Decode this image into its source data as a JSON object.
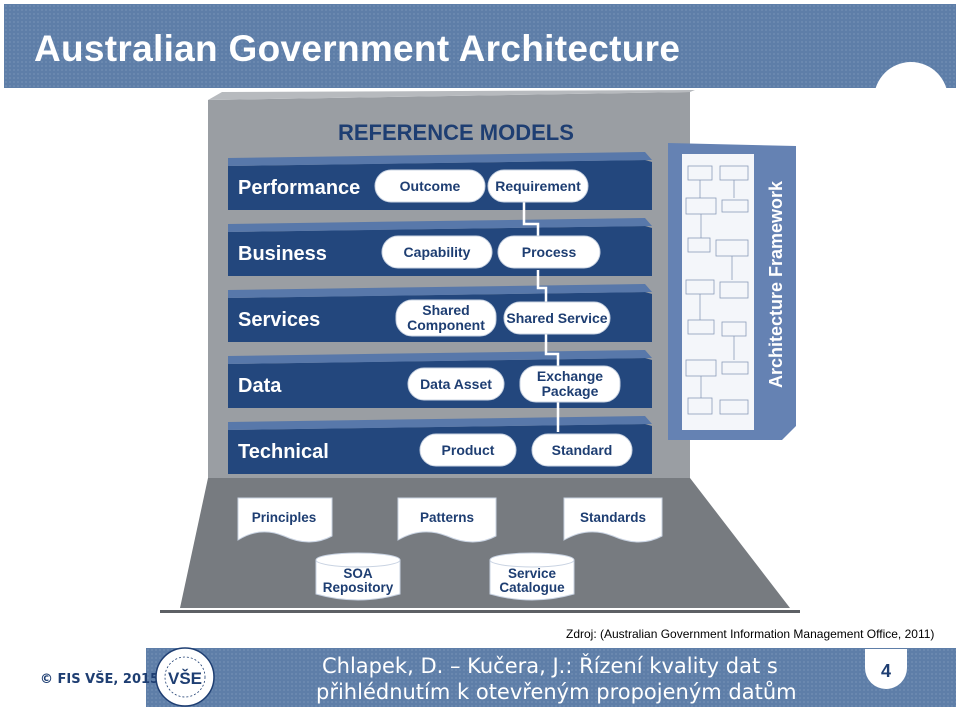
{
  "header": {
    "title": "Australian Government Architecture"
  },
  "diagram": {
    "reference_title": "REFERENCE MODELS",
    "framework_label": "Architecture Framework",
    "layers": [
      {
        "label": "Performance",
        "left": "Outcome",
        "right": "Requirement"
      },
      {
        "label": "Business",
        "left": "Capability",
        "right": "Process"
      },
      {
        "label": "Services",
        "left": "Shared\nComponent",
        "right": "Shared Service"
      },
      {
        "label": "Data",
        "left": "Data Asset",
        "right": "Exchange\nPackage"
      },
      {
        "label": "Technical",
        "left": "Product",
        "right": "Standard"
      }
    ],
    "documents": [
      "Principles",
      "Patterns",
      "Standards"
    ],
    "repositories": [
      "SOA\nRepository",
      "Service\nCatalogue"
    ]
  },
  "source": "Zdroj: (Australian Government Information Management Office, 2011)",
  "footer": {
    "copyright": "© FIS VŠE, 2015",
    "line1": "Chlapek, D. – Kučera, J.: Řízení kvality dat s",
    "line2": "přihlédnutím k otevřeným propojeným datům",
    "page": "4",
    "logo_text": "VŠE"
  },
  "colors": {
    "header": "#5e7ea8",
    "layer": "#23477d",
    "stack": "#8a8e94",
    "text_dark": "#1e3e72"
  }
}
